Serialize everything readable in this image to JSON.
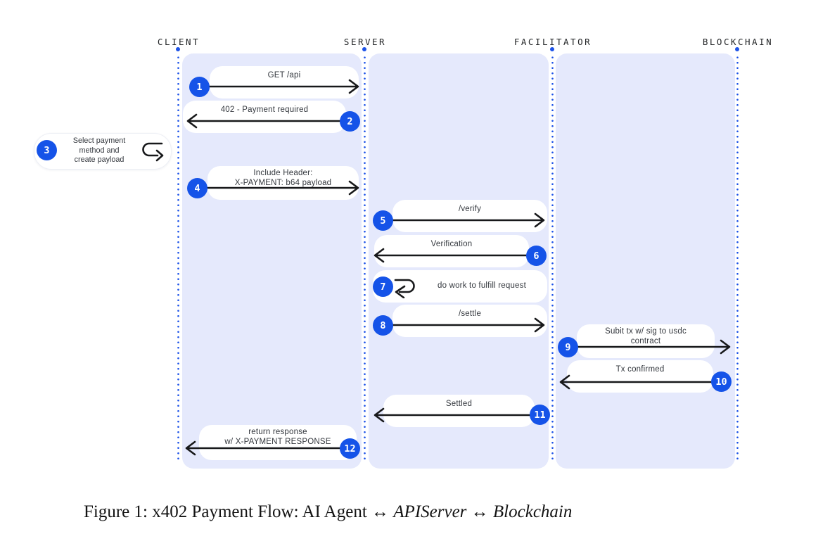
{
  "colors": {
    "accent_blue": "#1553e8",
    "lifeline_dot_blue": "#1d53e8",
    "panel_lavender": "#e5e9fc",
    "arrow_black": "#17181a",
    "bubble_white": "#ffffff"
  },
  "lifelines": [
    {
      "name": "CLIENT"
    },
    {
      "name": "SERVER"
    },
    {
      "name": "FACILITATOR"
    },
    {
      "name": "BLOCKCHAIN"
    }
  ],
  "steps": [
    {
      "num": "1",
      "label": "GET /api",
      "from": "CLIENT",
      "to": "SERVER",
      "type": "arrow-right"
    },
    {
      "num": "2",
      "label": "402 - Payment required",
      "from": "SERVER",
      "to": "CLIENT",
      "type": "arrow-left"
    },
    {
      "num": "3",
      "label": "Select payment\nmethod and\ncreate payload",
      "from": "CLIENT",
      "to": "CLIENT",
      "type": "self-loop"
    },
    {
      "num": "4",
      "label": "Include Header:\nX-PAYMENT: b64 payload",
      "from": "CLIENT",
      "to": "SERVER",
      "type": "arrow-right"
    },
    {
      "num": "5",
      "label": "/verify",
      "from": "SERVER",
      "to": "FACILITATOR",
      "type": "arrow-right"
    },
    {
      "num": "6",
      "label": "Verification",
      "from": "FACILITATOR",
      "to": "SERVER",
      "type": "arrow-left"
    },
    {
      "num": "7",
      "label": "do work to fulfill request",
      "from": "SERVER",
      "to": "SERVER",
      "type": "self-loop"
    },
    {
      "num": "8",
      "label": "/settle",
      "from": "SERVER",
      "to": "FACILITATOR",
      "type": "arrow-right"
    },
    {
      "num": "9",
      "label": "Subit tx w/ sig to usdc\ncontract",
      "from": "FACILITATOR",
      "to": "BLOCKCHAIN",
      "type": "arrow-right"
    },
    {
      "num": "10",
      "label": "Tx confirmed",
      "from": "BLOCKCHAIN",
      "to": "FACILITATOR",
      "type": "arrow-left"
    },
    {
      "num": "11",
      "label": "Settled",
      "from": "FACILITATOR",
      "to": "SERVER",
      "type": "arrow-left"
    },
    {
      "num": "12",
      "label": "return response\nw/ X-PAYMENT RESPONSE",
      "from": "SERVER",
      "to": "CLIENT",
      "type": "arrow-left"
    }
  ],
  "icons": {
    "step3_loop": "u-turn-arrow-right-icon",
    "step7_loop": "u-turn-arrow-left-icon",
    "lifeline_anchor": "lifeline-anchor-dot"
  },
  "caption": {
    "parts": [
      {
        "text": "Figure 1: x402 Payment Flow: AI Agent ↔ ",
        "style": "roman"
      },
      {
        "text": "APIServer",
        "style": "italic"
      },
      {
        "text": " ↔ ",
        "style": "roman"
      },
      {
        "text": "Blockchain",
        "style": "italic"
      }
    ]
  }
}
